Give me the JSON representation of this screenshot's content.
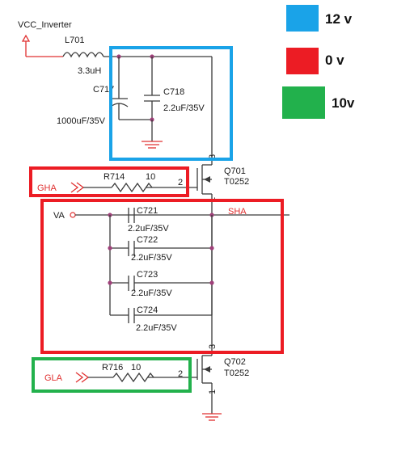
{
  "legend": {
    "items": [
      {
        "label": "12 v",
        "color": "#1aa3e8"
      },
      {
        "label": "0 v",
        "color": "#ec1c24"
      },
      {
        "label": "10v",
        "color": "#22b14c"
      }
    ]
  },
  "boxes": {
    "supply_12v": "#1aa3e8",
    "high_side_0v": "#ec1c24",
    "caps_0v": "#ec1c24",
    "low_side_10v": "#22b14c"
  },
  "nets": {
    "vcc": "VCC_Inverter",
    "gha": "GHA",
    "va": "VA",
    "sha": "SHA",
    "gla": "GLA"
  },
  "parts": {
    "L701": {
      "ref": "L701",
      "value": "3.3uH"
    },
    "C717": {
      "ref": "C717",
      "value": "1000uF/35V"
    },
    "C718": {
      "ref": "C718",
      "value": "2.2uF/35V"
    },
    "R714": {
      "ref": "R714",
      "value": "10"
    },
    "Q701": {
      "ref": "Q701",
      "value": "T0252"
    },
    "C721": {
      "ref": "C721",
      "value": "2.2uF/35V"
    },
    "C722": {
      "ref": "C722",
      "value": "2.2uF/35V"
    },
    "C723": {
      "ref": "C723",
      "value": "2.2uF/35V"
    },
    "C724": {
      "ref": "C724",
      "value": "2.2uF/35V"
    },
    "R716": {
      "ref": "R716",
      "value": "10"
    },
    "Q702": {
      "ref": "Q702",
      "value": "T0252"
    }
  },
  "pins": {
    "q701_drain": "3",
    "q701_gate": "2",
    "q701_source": "1",
    "q702_drain": "3",
    "q702_gate": "2",
    "q702_source": "1"
  }
}
